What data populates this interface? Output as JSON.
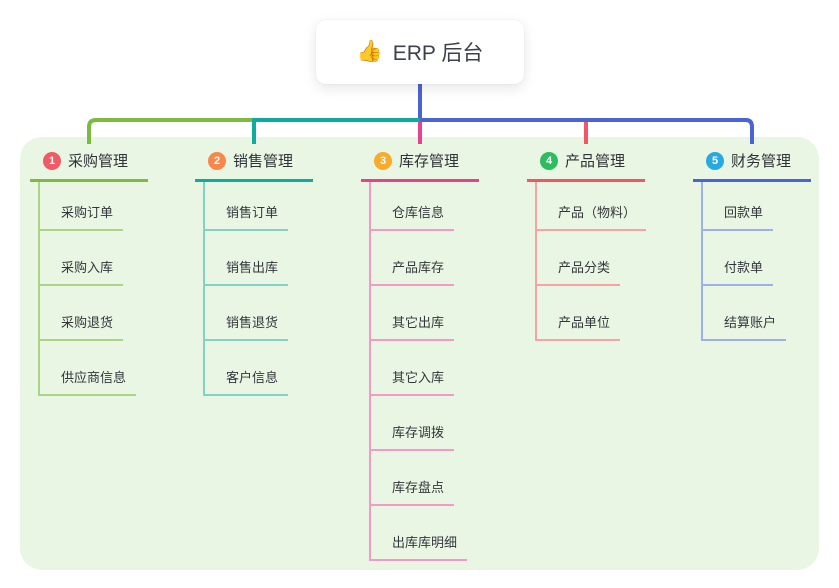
{
  "root": {
    "icon": "👍",
    "label": "ERP 后台"
  },
  "colors": {
    "page_bg": "#ffffff",
    "panel_bg": "#e9f6e3",
    "stem": "#4a64d4",
    "root_text": "#3c414b"
  },
  "branches": [
    {
      "index": "1",
      "label": "采购管理",
      "badge_color": "#f05b65",
      "line_color": "#7cbb3f",
      "sub_line_color": "#aad586",
      "children": [
        "采购订单",
        "采购入库",
        "采购退货",
        "供应商信息"
      ]
    },
    {
      "index": "2",
      "label": "销售管理",
      "badge_color": "#f8874c",
      "line_color": "#0fab9e",
      "sub_line_color": "#82d3c6",
      "children": [
        "销售订单",
        "销售出库",
        "销售退货",
        "客户信息"
      ]
    },
    {
      "index": "3",
      "label": "库存管理",
      "badge_color": "#f8ab2c",
      "line_color": "#e8418e",
      "sub_line_color": "#f49ac6",
      "children": [
        "仓库信息",
        "产品库存",
        "其它出库",
        "其它入库",
        "库存调拨",
        "库存盘点",
        "出库库明细"
      ]
    },
    {
      "index": "4",
      "label": "产品管理",
      "badge_color": "#2dbd5e",
      "line_color": "#f25565",
      "sub_line_color": "#f7a2a4",
      "children": [
        "产品（物料）",
        "产品分类",
        "产品单位"
      ]
    },
    {
      "index": "5",
      "label": "财务管理",
      "badge_color": "#2aa8e0",
      "line_color": "#4a64d4",
      "sub_line_color": "#9db1e8",
      "children": [
        "回款单",
        "付款单",
        "结算账户"
      ]
    }
  ]
}
